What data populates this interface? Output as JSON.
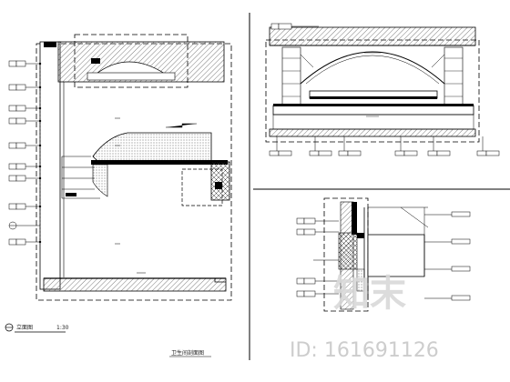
{
  "drawing": {
    "elevation_title": "立面图",
    "scale_label": "1:30",
    "bottom_caption": "卫生间剖面图",
    "colors": {
      "ink": "#000000",
      "hatch": "#555555",
      "watermark": "#cfcfcf"
    }
  },
  "watermark": {
    "logo_text": "知末",
    "id_text": "ID: 161691126"
  }
}
